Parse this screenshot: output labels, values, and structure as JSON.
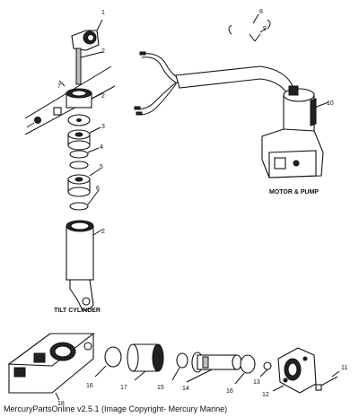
{
  "diagram": {
    "callouts": [
      "1",
      "2",
      "7",
      "2",
      "3",
      "4",
      "5",
      "6",
      "2",
      "8",
      "9",
      "10",
      "16",
      "17",
      "15",
      "14",
      "16",
      "13",
      "11",
      "12",
      "18"
    ],
    "captions": {
      "motor_pump": "MOTOR & PUMP",
      "tilt_cylinder": "TILT CYLINDER"
    }
  },
  "footer": {
    "credit": "MercuryPartsOnline v2.5.1 (Image Copyright- Mercury Marine)"
  }
}
